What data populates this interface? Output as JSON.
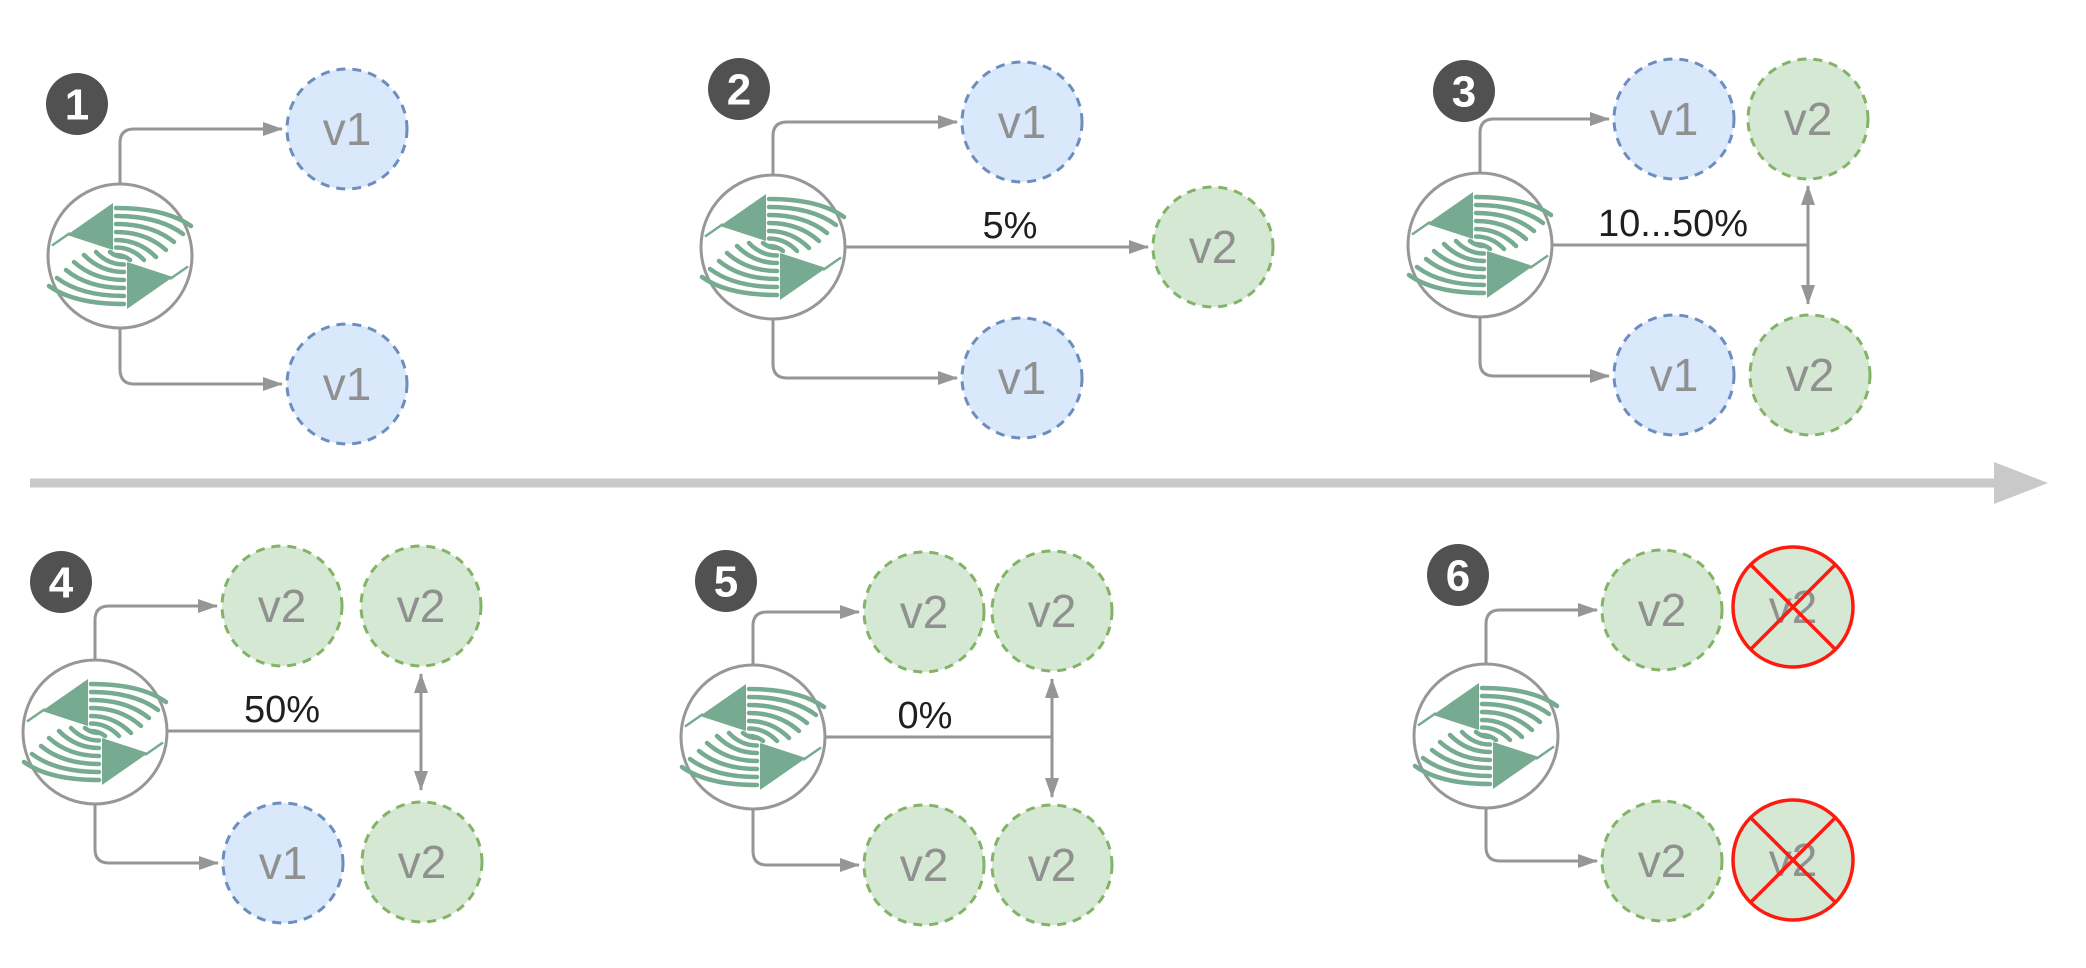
{
  "colors": {
    "canvas_bg": "#ffffff",
    "v1_fill": "#dae8fc",
    "v1_stroke": "#6c8ebf",
    "v2_fill": "#d5e8d4",
    "v2_stroke": "#82b366",
    "node_text": "#909090",
    "connector": "#969696",
    "traffic_label_text": "#1f1f1f",
    "badge_fill": "#515151",
    "badge_text": "#ffffff",
    "router_icon_stroke": "#979797",
    "flag_teal": "#76ab91",
    "terminated_stroke": "#ff1a10",
    "timeline_arrow": "#c9c9c9"
  },
  "icons": {
    "router": "flagger-flags-icon",
    "timeline": "right-arrow"
  },
  "steps": [
    {
      "number": "1",
      "traffic_label": "",
      "nodes": {
        "top": "v1",
        "bottom": "v1"
      }
    },
    {
      "number": "2",
      "traffic_label": "5%",
      "nodes": {
        "top": "v1",
        "mid_right": "v2",
        "bottom": "v1"
      }
    },
    {
      "number": "3",
      "traffic_label": "10...50%",
      "nodes": {
        "top": "v1",
        "top_right": "v2",
        "bottom": "v1",
        "bottom_right": "v2"
      }
    },
    {
      "number": "4",
      "traffic_label": "50%",
      "nodes": {
        "top": "v2",
        "top_right": "v2",
        "bottom": "v1",
        "bottom_right": "v2"
      }
    },
    {
      "number": "5",
      "traffic_label": "0%",
      "nodes": {
        "top": "v2",
        "top_right": "v2",
        "bottom": "v2",
        "bottom_right": "v2"
      }
    },
    {
      "number": "6",
      "traffic_label": "",
      "nodes": {
        "top": "v2",
        "top_right": "v2",
        "bottom": "v2",
        "bottom_right": "v2"
      },
      "right_column_terminated": true
    }
  ]
}
